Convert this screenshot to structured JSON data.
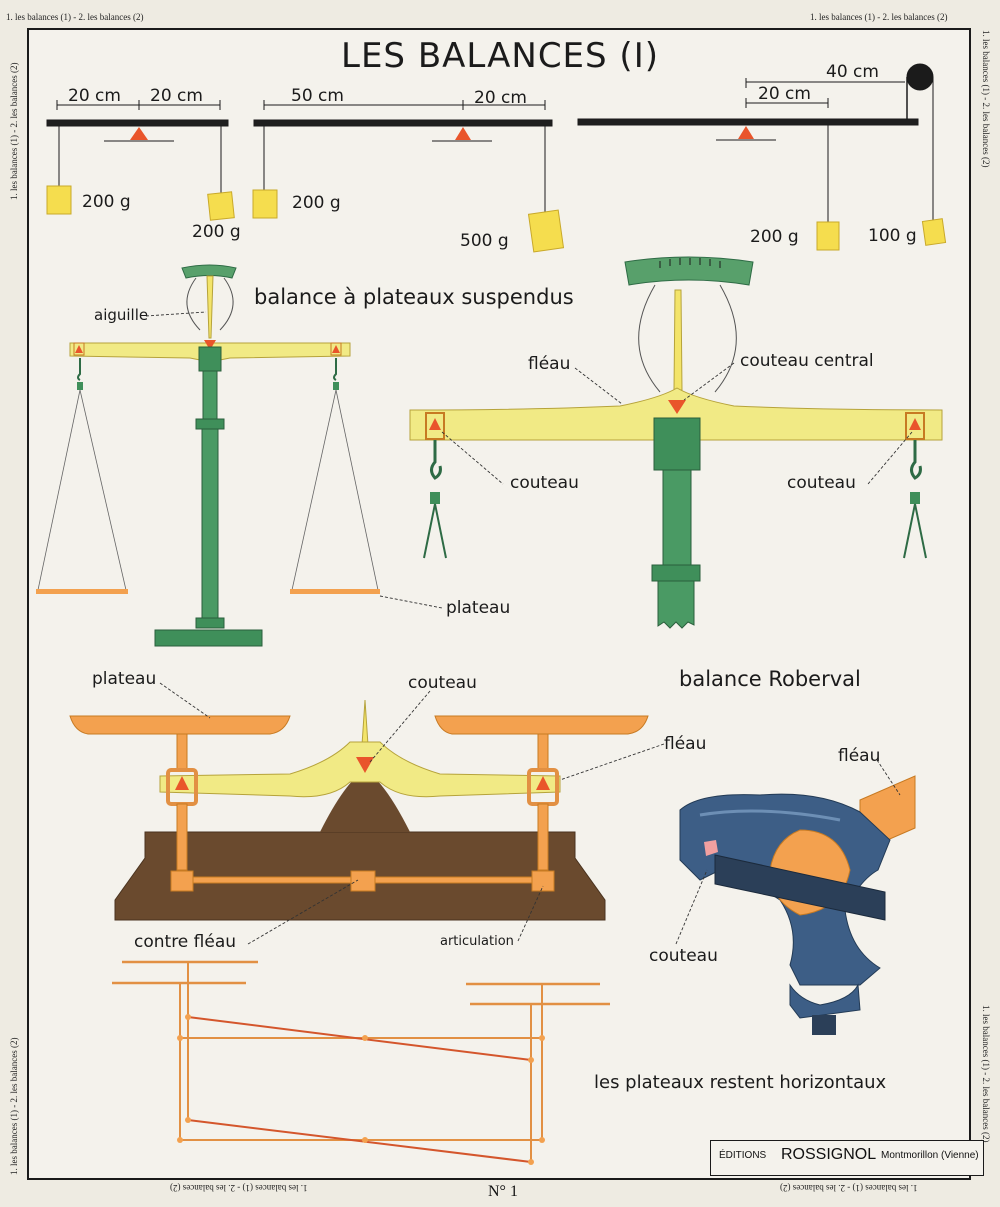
{
  "title": "LES BALANCES (I)",
  "edge_caption": "1. les balances (1) - 2. les balances (2)",
  "levers": {
    "lever1": {
      "left_dist": "20 cm",
      "right_dist": "20 cm",
      "left_mass": "200 g",
      "right_mass": "200 g"
    },
    "lever2": {
      "left_dist": "50 cm",
      "right_dist": "20 cm",
      "left_mass": "200 g",
      "right_mass": "500 g"
    },
    "lever3": {
      "dist_short": "20 cm",
      "dist_long": "40 cm",
      "mass_a": "200 g",
      "mass_b": "100 g"
    }
  },
  "sections": {
    "suspended_title": "balance à plateaux suspendus",
    "roberval_title": "balance Roberval",
    "horizontal_note": "les plateaux restent horizontaux"
  },
  "labels": {
    "aiguille": "aiguille",
    "plateau_1": "plateau",
    "fleau_1": "fléau",
    "couteau_central": "couteau central",
    "couteau_left": "couteau",
    "couteau_right": "couteau",
    "plateau_2": "plateau",
    "couteau_roberval": "couteau",
    "fleau_2": "fléau",
    "fleau_3": "fléau",
    "contre_fleau": "contre fléau",
    "articulation": "articulation",
    "couteau_detail": "couteau"
  },
  "publisher": {
    "prefix": "ÉDITIONS",
    "name": "ROSSIGNOL",
    "place": "Montmorillon (Vienne)"
  },
  "plate_number": "N° 1",
  "colors": {
    "green": "#3f8f5a",
    "yellow": "#f1ea85",
    "orange": "#f3a14f",
    "red": "#e9552b",
    "brown": "#6a4a2e",
    "steel": "#3d5e86",
    "weight": "#f5dd4e"
  }
}
